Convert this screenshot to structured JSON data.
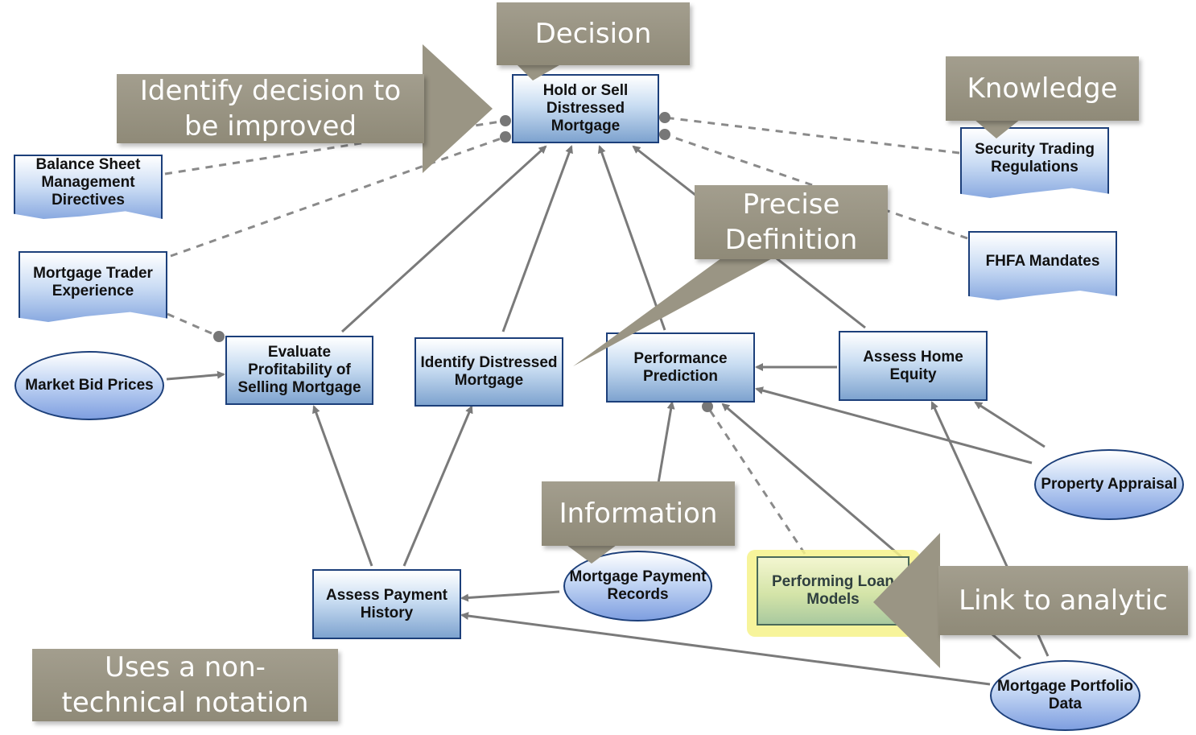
{
  "nodes": {
    "hold_or_sell": "Hold or Sell Distressed Mortgage",
    "evaluate_profitability": "Evaluate Profitability of Selling Mortgage",
    "identify_distressed": "Identify Distressed Mortgage",
    "performance_prediction": "Performance Prediction",
    "assess_home_equity": "Assess Home Equity",
    "assess_payment_history": "Assess Payment History",
    "balance_sheet": "Balance Sheet Management Directives",
    "mortgage_trader": "Mortgage Trader Experience",
    "security_trading": "Security Trading Regulations",
    "fhfa": "FHFA Mandates",
    "market_bid": "Market Bid Prices",
    "property_appraisal": "Property Appraisal",
    "mortgage_payment_records": "Mortgage Payment Records",
    "mortgage_portfolio": "Mortgage Portfolio Data",
    "performing_loan": "Performing Loan Models"
  },
  "callouts": {
    "decision": "Decision",
    "identify": "Identify decision to be improved",
    "knowledge": "Knowledge",
    "precise": "Precise Definition",
    "information": "Information",
    "link": "Link to analytic",
    "notation": "Uses a non-technical notation"
  },
  "colors": {
    "decision_border": "#1c3f7a",
    "callout": "#9a9584",
    "edge": "#7a7a7a",
    "analytic_highlight": "#f6f28a"
  }
}
